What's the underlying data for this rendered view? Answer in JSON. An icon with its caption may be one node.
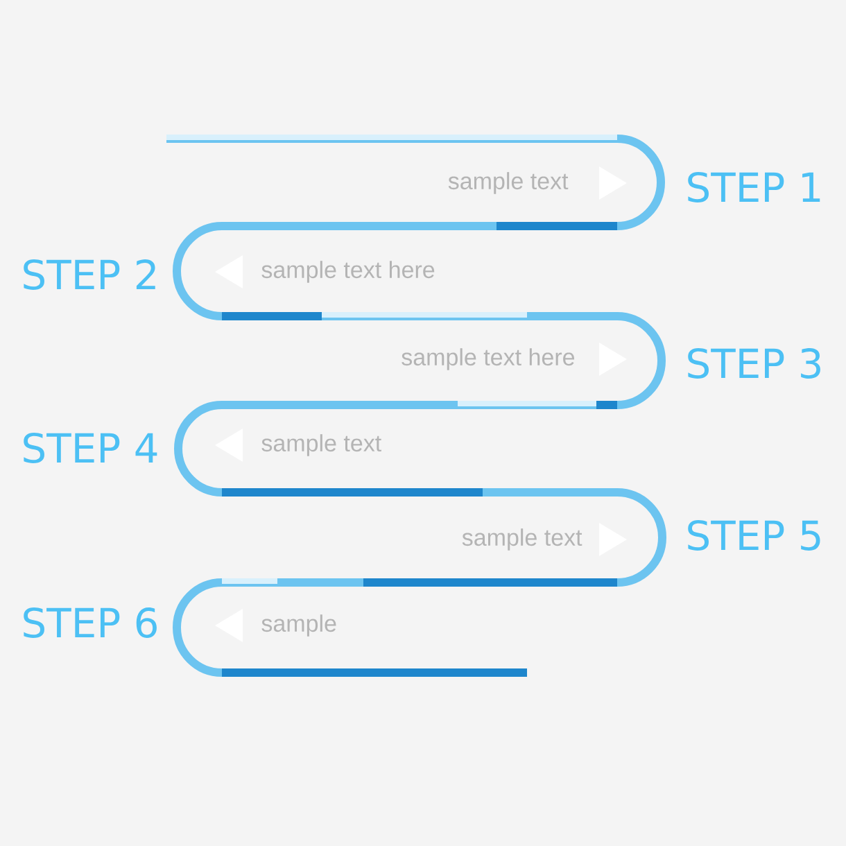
{
  "diagram": {
    "nodes": [
      {
        "text": [
          "sample text"
        ],
        "beside": [
          "STEP 1"
        ]
      },
      {
        "text": [
          "sample text here"
        ],
        "beside": [
          "STEP 2"
        ]
      },
      {
        "text": [
          "sample text here"
        ],
        "beside": [
          "STEP 3"
        ]
      },
      {
        "text": [
          "sample text"
        ],
        "beside": [
          "STEP 4"
        ]
      },
      {
        "text": [
          "sample text"
        ],
        "beside": [
          "STEP 5"
        ]
      },
      {
        "text": [
          "sample"
        ],
        "beside": [
          "STEP 6"
        ]
      }
    ]
  }
}
